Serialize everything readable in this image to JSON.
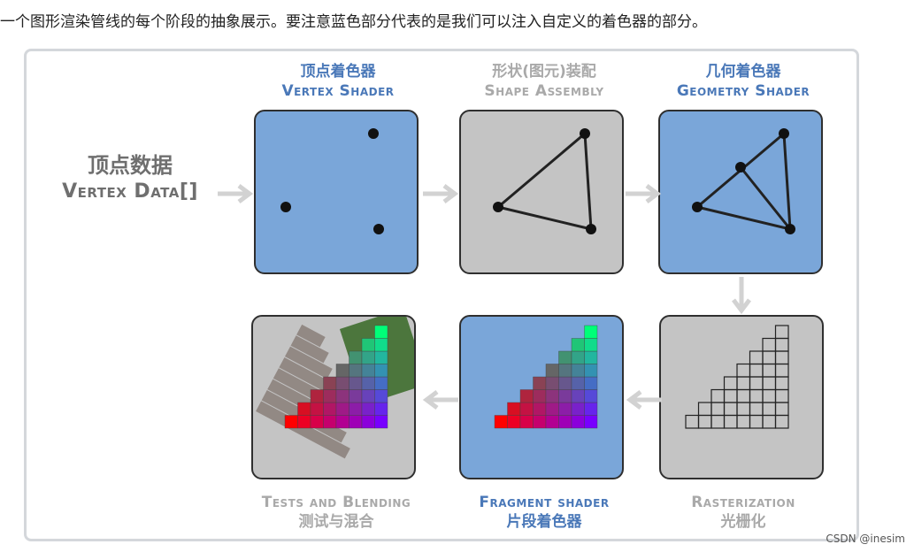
{
  "intro_text": "一个图形渲染管线的每个阶段的抽象展示。要注意蓝色部分代表的是我们可以注入自定义的着色器的部分。",
  "vertex_data": {
    "zh": "顶点数据",
    "en": "Vertex Data[]"
  },
  "stages": {
    "vertex_shader": {
      "zh": "顶点着色器",
      "en": "Vertex Shader"
    },
    "shape_assembly": {
      "zh": "形状(图元)装配",
      "en": "Shape Assembly"
    },
    "geometry_shader": {
      "zh": "几何着色器",
      "en": "Geometry Shader"
    },
    "rasterization": {
      "zh": "光栅化",
      "en": "Rasterization"
    },
    "fragment_shader": {
      "zh": "片段着色器",
      "en": "Fragment shader"
    },
    "tests_blending": {
      "zh": "测试与混合",
      "en": "Tests and Blending"
    }
  },
  "colors": {
    "programmable": "#7aa6d9",
    "fixed": "#c4c4c4",
    "label_blue": "#4a78b8",
    "label_grey": "#a9a9a9"
  },
  "watermark": "CSDN @inesim"
}
